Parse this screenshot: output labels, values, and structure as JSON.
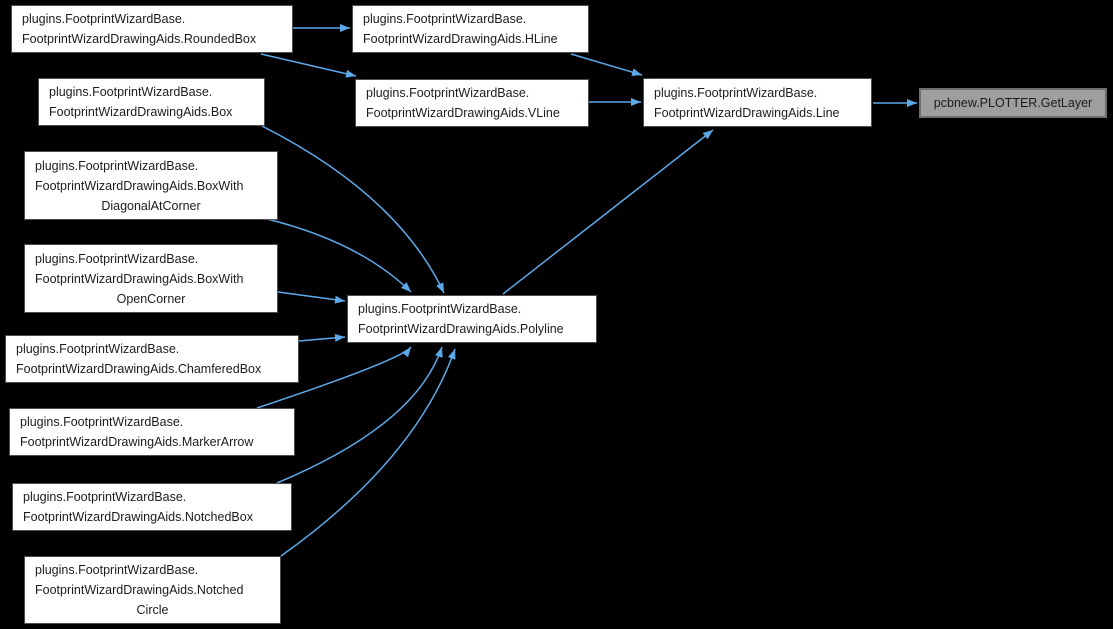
{
  "diagram": {
    "title": "Doxygen caller graph for pcbnew.PLOTTER.GetLayer",
    "colors": {
      "bg": "#000000",
      "edge": "#5ca9e9",
      "node-fill": "#ffffff",
      "node-border": "#4d4d4d",
      "node-text": "#1c1c1c",
      "root-fill": "#9e9e9e",
      "root-border": "#6e6e6e"
    },
    "nodes": {
      "roundedbox": {
        "label": "plugins.FootprintWizardBase.FootprintWizardDrawingAids.RoundedBox",
        "lines": [
          "plugins.FootprintWizardBase.",
          "FootprintWizardDrawingAids.RoundedBox"
        ]
      },
      "hline": {
        "label": "plugins.FootprintWizardBase.FootprintWizardDrawingAids.HLine",
        "lines": [
          "plugins.FootprintWizardBase.",
          "FootprintWizardDrawingAids.HLine"
        ]
      },
      "box": {
        "label": "plugins.FootprintWizardBase.FootprintWizardDrawingAids.Box",
        "lines": [
          "plugins.FootprintWizardBase.",
          "FootprintWizardDrawingAids.Box"
        ]
      },
      "vline": {
        "label": "plugins.FootprintWizardBase.FootprintWizardDrawingAids.VLine",
        "lines": [
          "plugins.FootprintWizardBase.",
          "FootprintWizardDrawingAids.VLine"
        ]
      },
      "line": {
        "label": "plugins.FootprintWizardBase.FootprintWizardDrawingAids.Line",
        "lines": [
          "plugins.FootprintWizardBase.",
          "FootprintWizardDrawingAids.Line"
        ]
      },
      "getlayer": {
        "label": "pcbnew.PLOTTER.GetLayer",
        "lines": [
          "pcbnew.PLOTTER.GetLayer"
        ]
      },
      "boxwithdiagonalatcorner": {
        "label": "plugins.FootprintWizardBase.FootprintWizardDrawingAids.BoxWithDiagonalAtCorner",
        "lines": [
          "plugins.FootprintWizardBase.",
          "FootprintWizardDrawingAids.BoxWith",
          "DiagonalAtCorner"
        ]
      },
      "boxwithopencorner": {
        "label": "plugins.FootprintWizardBase.FootprintWizardDrawingAids.BoxWithOpenCorner",
        "lines": [
          "plugins.FootprintWizardBase.",
          "FootprintWizardDrawingAids.BoxWith",
          "OpenCorner"
        ]
      },
      "polyline": {
        "label": "plugins.FootprintWizardBase.FootprintWizardDrawingAids.Polyline",
        "lines": [
          "plugins.FootprintWizardBase.",
          "FootprintWizardDrawingAids.Polyline"
        ]
      },
      "chamferedbox": {
        "label": "plugins.FootprintWizardBase.FootprintWizardDrawingAids.ChamferedBox",
        "lines": [
          "plugins.FootprintWizardBase.",
          "FootprintWizardDrawingAids.ChamferedBox"
        ]
      },
      "markerarrow": {
        "label": "plugins.FootprintWizardBase.FootprintWizardDrawingAids.MarkerArrow",
        "lines": [
          "plugins.FootprintWizardBase.",
          "FootprintWizardDrawingAids.MarkerArrow"
        ]
      },
      "notchedbox": {
        "label": "plugins.FootprintWizardBase.FootprintWizardDrawingAids.NotchedBox",
        "lines": [
          "plugins.FootprintWizardBase.",
          "FootprintWizardDrawingAids.NotchedBox"
        ]
      },
      "notchedcircle": {
        "label": "plugins.FootprintWizardBase.FootprintWizardDrawingAids.NotchedCircle",
        "lines": [
          "plugins.FootprintWizardBase.",
          "FootprintWizardDrawingAids.Notched",
          "Circle"
        ]
      }
    },
    "edges": [
      {
        "from": "RoundedBox",
        "to": "HLine"
      },
      {
        "from": "RoundedBox",
        "to": "VLine"
      },
      {
        "from": "HLine",
        "to": "Line"
      },
      {
        "from": "VLine",
        "to": "Line"
      },
      {
        "from": "Polyline",
        "to": "Line"
      },
      {
        "from": "Line",
        "to": "GetLayer"
      },
      {
        "from": "Box",
        "to": "Polyline"
      },
      {
        "from": "BoxWithDiagonalAtCorner",
        "to": "Polyline"
      },
      {
        "from": "BoxWithOpenCorner",
        "to": "Polyline"
      },
      {
        "from": "ChamferedBox",
        "to": "Polyline"
      },
      {
        "from": "MarkerArrow",
        "to": "Polyline"
      },
      {
        "from": "NotchedBox",
        "to": "Polyline"
      },
      {
        "from": "NotchedCircle",
        "to": "Polyline"
      }
    ]
  }
}
